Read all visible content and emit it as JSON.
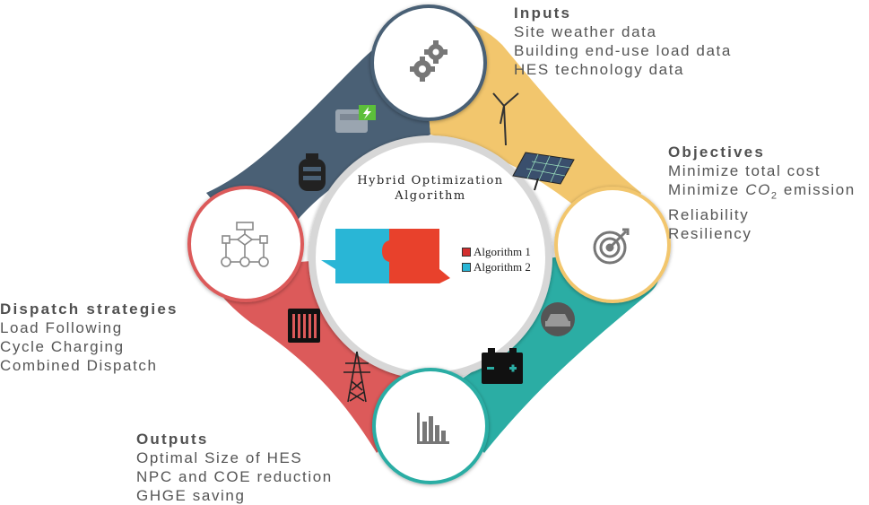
{
  "center": {
    "title_line1": "Hybrid Optimization",
    "title_line2": "Algorithm",
    "legend": [
      {
        "label": "Algorithm 1",
        "color": "#d32f2f"
      },
      {
        "label": "Algorithm 2",
        "color": "#29b6d6"
      }
    ]
  },
  "inputs": {
    "heading": "Inputs",
    "lines": [
      "Site weather data",
      "Building end-use load data",
      "HES technology data"
    ]
  },
  "objectives": {
    "heading": "Objectives",
    "line1": "Minimize total cost",
    "line2_prefix": "Minimize ",
    "line2_co2": "CO",
    "line2_sub": "2",
    "line2_suffix": " emission",
    "line3": "Reliability",
    "line4": "Resiliency"
  },
  "dispatch": {
    "heading": "Dispatch strategies",
    "lines": [
      "Load Following",
      "Cycle Charging",
      "Combined Dispatch"
    ]
  },
  "outputs": {
    "heading": "Outputs",
    "lines": [
      "Optimal Size of HES",
      "NPC and COE reduction",
      "GHGE saving"
    ]
  },
  "colors": {
    "quadrant_top_right": "#f2c66d",
    "quadrant_bottom_right": "#2bada4",
    "quadrant_bottom_left": "#dc5a5a",
    "quadrant_top_left": "#4a6075",
    "puzzle_left": "#29b6d6",
    "puzzle_right": "#e8412c"
  },
  "icons": {
    "inputs_circle": "gears-icon",
    "objectives_circle": "target-icon",
    "outputs_circle": "bar-chart-icon",
    "dispatch_circle": "flowchart-icon"
  }
}
